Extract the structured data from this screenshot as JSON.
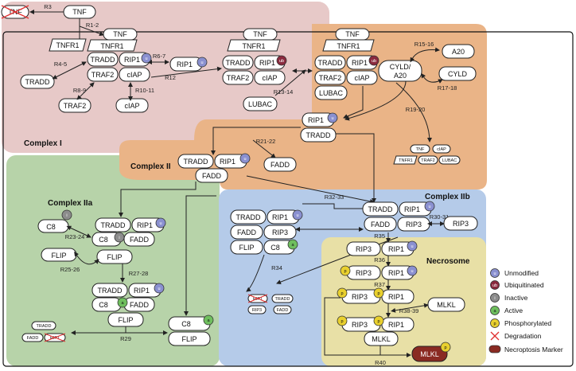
{
  "mol": {
    "tnf": "TNF",
    "tnfr1": "TNFR1",
    "tradd": "TRADD",
    "rip1": "RIP1",
    "traf2": "TRAF2",
    "ciap": "cIAP",
    "lubac": "LUBAC",
    "a20": "A20",
    "cyld": "CYLD",
    "cyld_a20": "CYLD/\nA20",
    "fadd": "FADD",
    "c8": "C8",
    "flip": "FLIP",
    "rip3": "RIP3",
    "mlkl": "MLKL"
  },
  "complexes": {
    "c1": "Complex I",
    "c2": "Complex II",
    "c2a": "Complex IIa",
    "c2b": "Complex IIb",
    "necrosome": "Necrosome"
  },
  "reactions": {
    "R3": "R3",
    "R1_2": "R1-2",
    "R4_5": "R4-5",
    "R6_7": "R6-7",
    "R8_9": "R8-9",
    "R10_11": "R10-11",
    "R12": "R12",
    "R13_14": "R13-14",
    "R15_16": "R15-16",
    "R17_18": "R17-18",
    "R19_20": "R19-20",
    "R21_22": "R21-22",
    "R23_24": "R23-24",
    "R25_26": "R25-26",
    "R27_28": "R27-28",
    "R29": "R29",
    "R30_31": "R30-31",
    "R32_33": "R32-33",
    "R34": "R34",
    "R35": "R35",
    "R36": "R36",
    "R37": "R37",
    "R38_39": "R38-39",
    "R40": "R40"
  },
  "badges": {
    "u": "u",
    "ub": "ub",
    "i": "i",
    "a": "a",
    "p": "p"
  },
  "legend": {
    "items": [
      "Unmodified",
      "Ubiquitinated",
      "Inactive",
      "Active",
      "Phosphorylated",
      "Degradation",
      "Necroptosis Marker"
    ],
    "colors": {
      "u": "#8a90d0",
      "ub": "#8a2a3e",
      "i": "#8c8c8c",
      "a": "#6fbf5e",
      "p": "#e9d02e",
      "deg": "#e03030",
      "marker": "#8a2a22"
    }
  },
  "colors": {
    "c1": "#e7c9c8",
    "c2": "#eab487",
    "c2a": "#b7d3a9",
    "c2b": "#b5cbe9",
    "necrosome": "#e8e0a6"
  }
}
